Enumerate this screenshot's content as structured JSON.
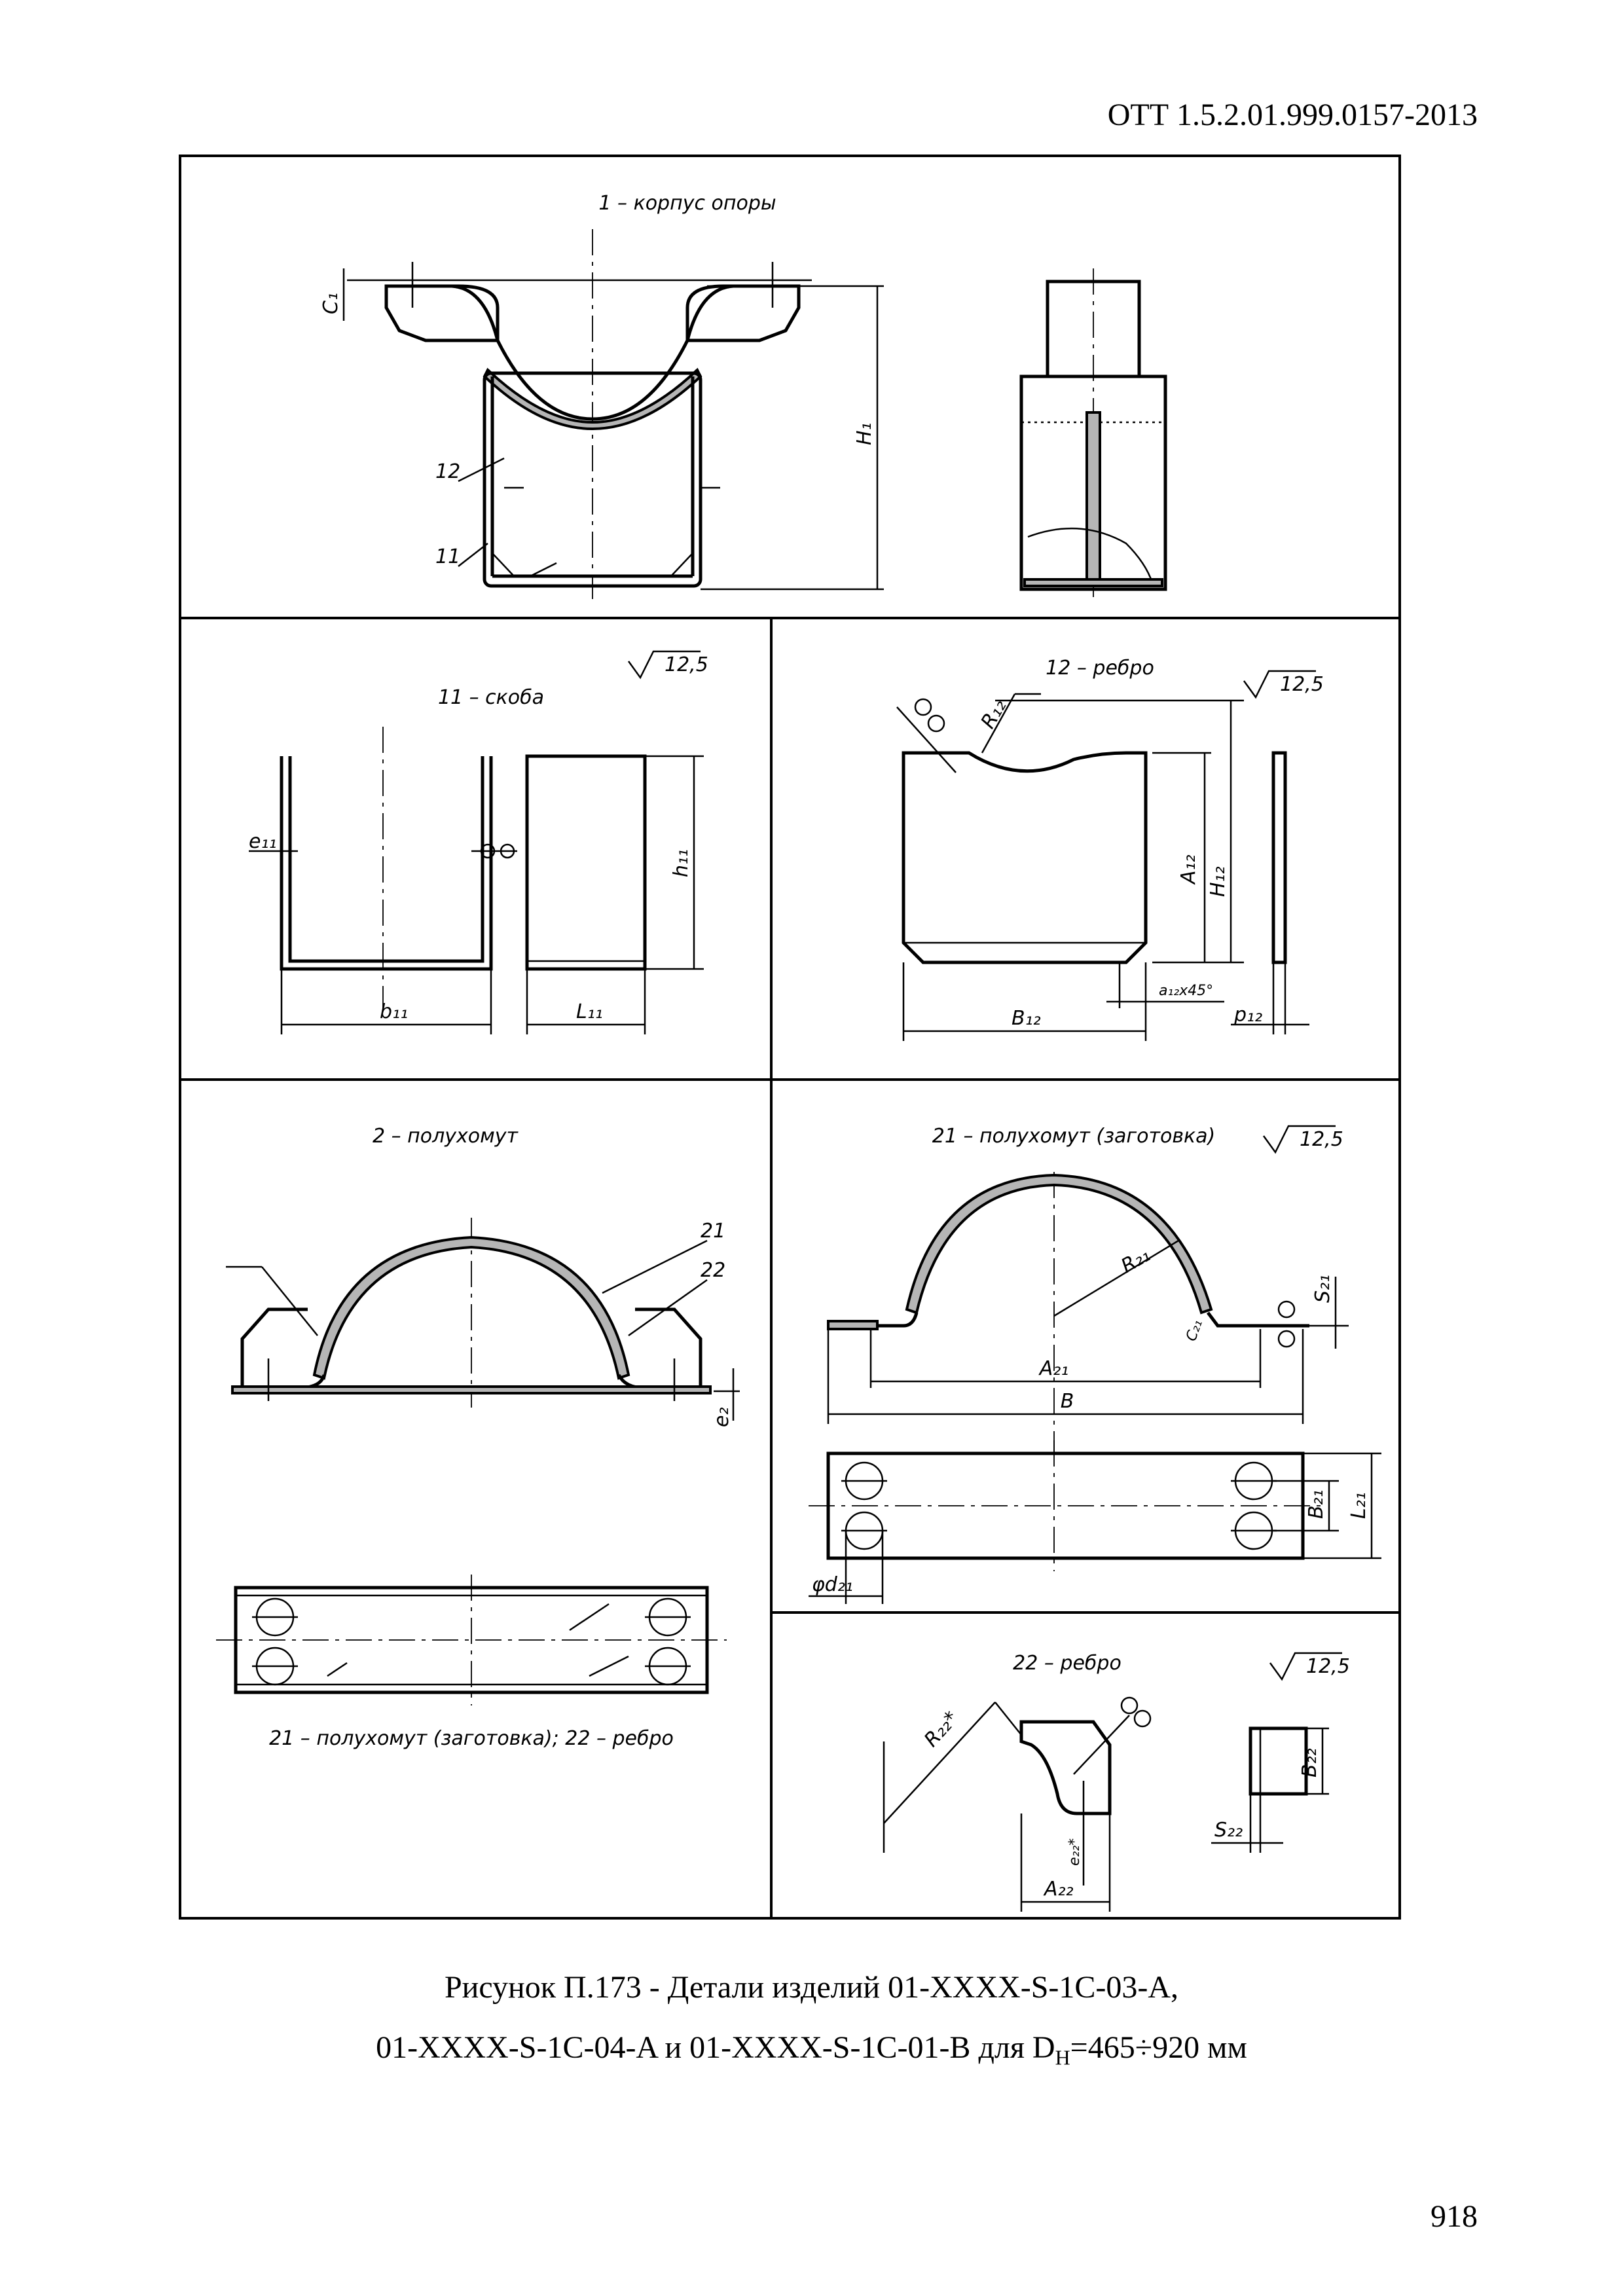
{
  "header": {
    "doc_code": "ОТТ 1.5.2.01.999.0157-2013"
  },
  "footer": {
    "page_number": "918"
  },
  "caption": {
    "line1": "Рисунок П.173 - Детали изделий 01-XXXX-S-1C-03-A,",
    "line2_prefix": "01-XXXX-S-1C-04-A и 01-XXXX-S-1C-01-B для D",
    "line2_sub": "Н",
    "line2_suffix": "=465÷920 мм"
  },
  "roughness": "12,5",
  "panels": {
    "body": {
      "title": "1 – корпус опоры",
      "labels": [
        "C₁",
        "H₁",
        "12",
        "11"
      ]
    },
    "bracket": {
      "title": "11 – скоба",
      "labels": [
        "e₁₁",
        "h₁₁",
        "b₁₁",
        "L₁₁"
      ]
    },
    "rib12": {
      "title": "12 – ребро",
      "labels": [
        "R₁₂",
        "H₁₂",
        "A₁₂",
        "B₁₂",
        "a₁₂x45°",
        "p₁₂"
      ]
    },
    "half_clamp": {
      "title": "2 – полухомут",
      "labels": [
        "21",
        "22",
        "e₂"
      ],
      "bottom_note": "21 – полухомут (заготовка); 22 – ребро"
    },
    "blank21": {
      "title": "21 – полухомут (заготовка)",
      "labels": [
        "R₂₁",
        "S₂₁",
        "A₂₁",
        "B",
        "B₂₁",
        "L₂₁",
        "φd₂₁",
        "C₂₁"
      ]
    },
    "rib22": {
      "title": "22 – ребро",
      "labels": [
        "R₂₂*",
        "e₂₂*",
        "A₂₂",
        "B₂₂",
        "S₂₂"
      ]
    }
  }
}
